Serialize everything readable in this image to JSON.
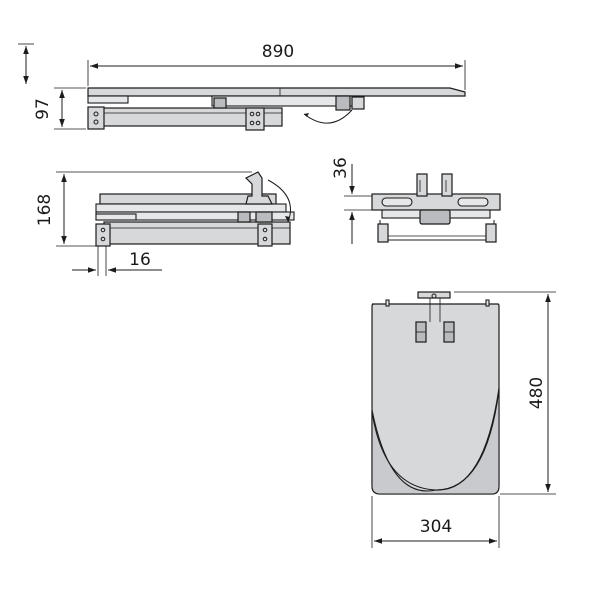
{
  "dimensions": {
    "length": "890",
    "height_folded": "97",
    "height_open": "168",
    "offset": "16",
    "bracket_height": "36",
    "depth": "480",
    "width": "304"
  }
}
